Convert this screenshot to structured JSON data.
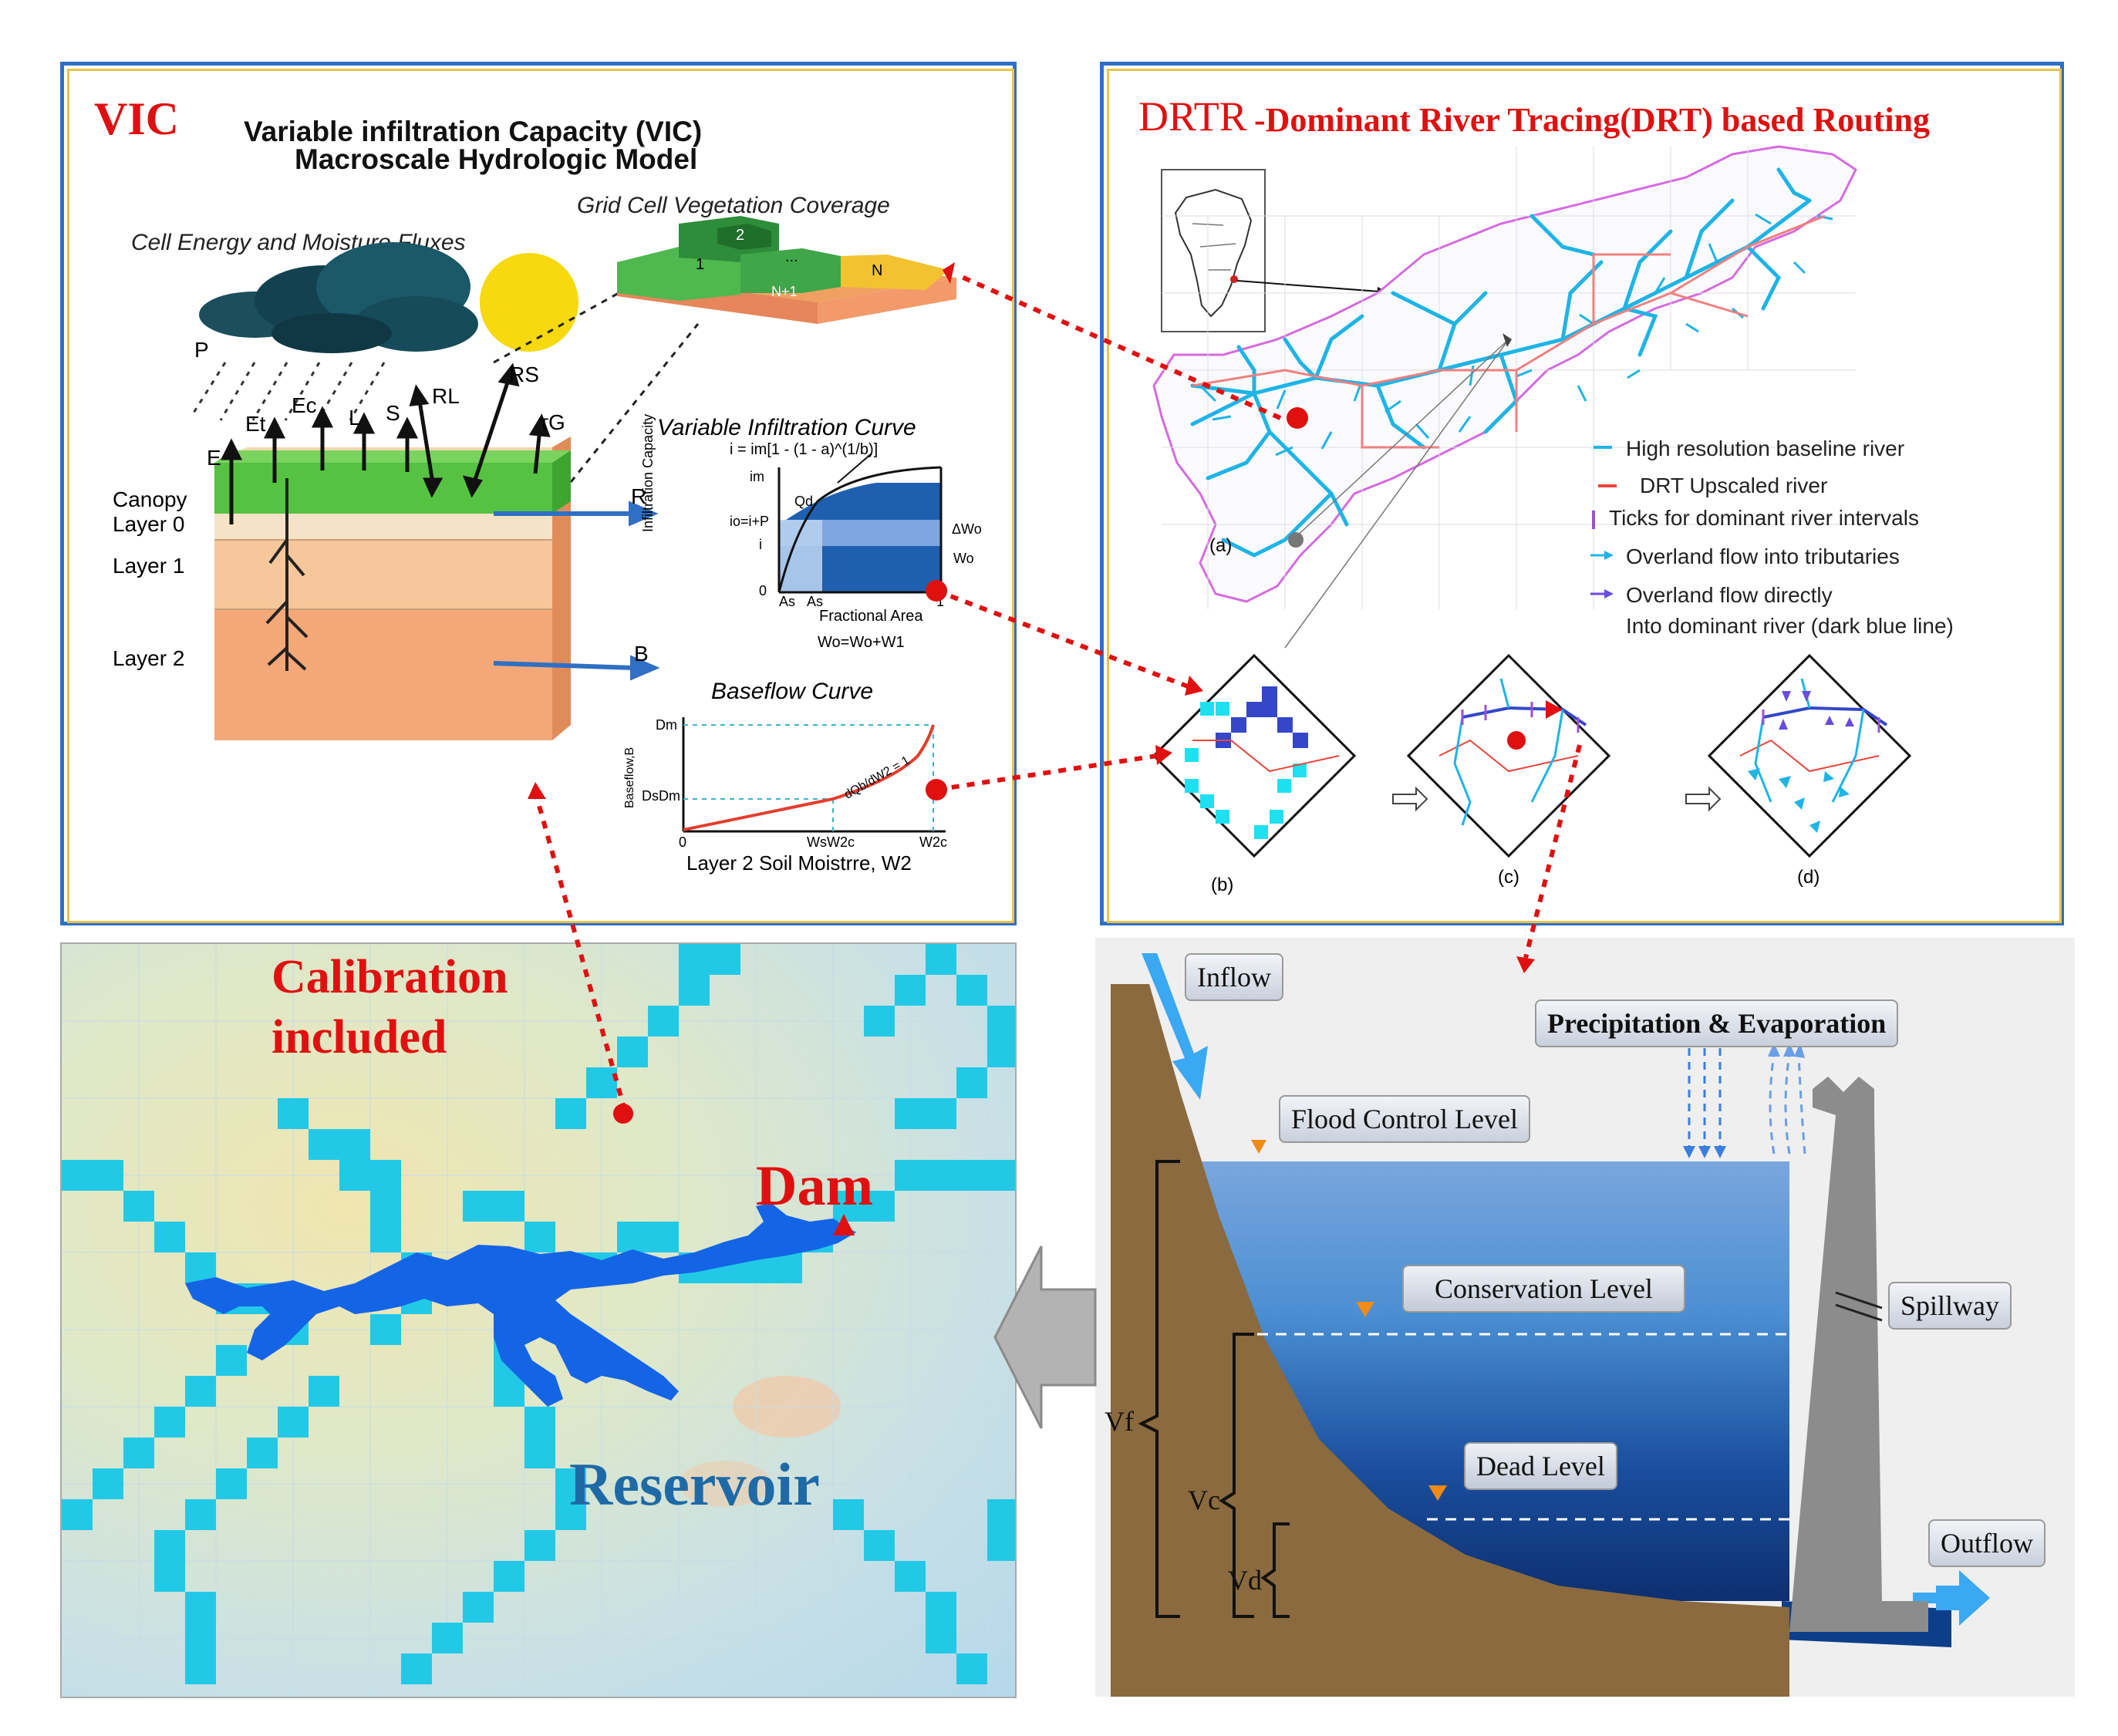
{
  "vic": {
    "tag": "VIC",
    "title_line1": "Variable infiltration Capacity (VIC)",
    "title_line2": "Macroscale Hydrologic Model",
    "vegetation_title": "Grid Cell Vegetation Coverage",
    "fluxes_title": "Cell Energy and Moisture Fluxes",
    "veg_tiles": [
      "1",
      "2",
      "...",
      "N",
      "N+1"
    ],
    "flux_labels": [
      "P",
      "E",
      "Et",
      "Ec",
      "L",
      "S",
      "RL",
      "RS",
      "τG"
    ],
    "layers": [
      "Canopy",
      "Layer 0",
      "Layer 1",
      "Layer 2"
    ],
    "runoff_label": "R",
    "baseflow_label": "B",
    "infiltration": {
      "title": "Variable Infiltration Curve",
      "equation": "i = im[1 - (1 - a)^(1/b)]",
      "ylabel": "Infiltration Capacity",
      "xlabel": "Fractional Area",
      "balance": "Wo=Wo+W1",
      "tick_labels": [
        "im",
        "io=i+P",
        "Qd",
        "i",
        "0",
        "As",
        "As",
        "1",
        "ΔWo",
        "Wo"
      ]
    },
    "baseflow": {
      "title": "Baseflow Curve",
      "ylabel": "Baseflow,B",
      "xlabel": "Layer 2 Soil Moistrre, W2",
      "tick_labels": [
        "Dm",
        "DsDm",
        "0",
        "WsW2c",
        "W2c"
      ],
      "slope_label": "dQb/dW2 = 1"
    }
  },
  "drtr": {
    "tag": "DRTR",
    "title": "-Dominant River Tracing(DRT) based Routing",
    "legend": [
      {
        "label": "High resolution baseline river",
        "color": "#1fb4e6",
        "symbol": "line"
      },
      {
        "label": "DRT Upscaled river",
        "color": "#e8453c",
        "symbol": "line"
      },
      {
        "label": "Ticks for dominant river intervals",
        "color": "#9b4fd6",
        "symbol": "tick"
      },
      {
        "label": "Overland flow into tributaries",
        "color": "#1fb4e6",
        "symbol": "arrow"
      },
      {
        "label": "Overland flow directly",
        "color": "#6a4ce0",
        "symbol": "arrow"
      },
      {
        "label": "Into dominant river (dark blue line)",
        "color": "",
        "symbol": "none"
      }
    ],
    "subpanels": [
      "(a)",
      "(b)",
      "(c)",
      "(d)"
    ]
  },
  "reservoir_map": {
    "calibration_line1": "Calibration",
    "calibration_line2": "included",
    "dam": "Dam",
    "reservoir": "Reservoir"
  },
  "reservoir_section": {
    "inflow": "Inflow",
    "precip": "Precipitation & Evaporation",
    "flood": "Flood Control Level",
    "conservation": "Conservation Level",
    "dead": "Dead Level",
    "spillway": "Spillway",
    "outflow": "Outflow",
    "volumes": [
      "Vf",
      "Vc",
      "Vd"
    ]
  },
  "colors": {
    "panel_border": "#2e6fc7",
    "panel_border_gold": "#e8c44a",
    "connector": "#e01010",
    "river": "#1fb4e6",
    "reservoir_blue": "#1464e6",
    "vic_red": "#e01010",
    "earth": "#8a6a3e"
  }
}
